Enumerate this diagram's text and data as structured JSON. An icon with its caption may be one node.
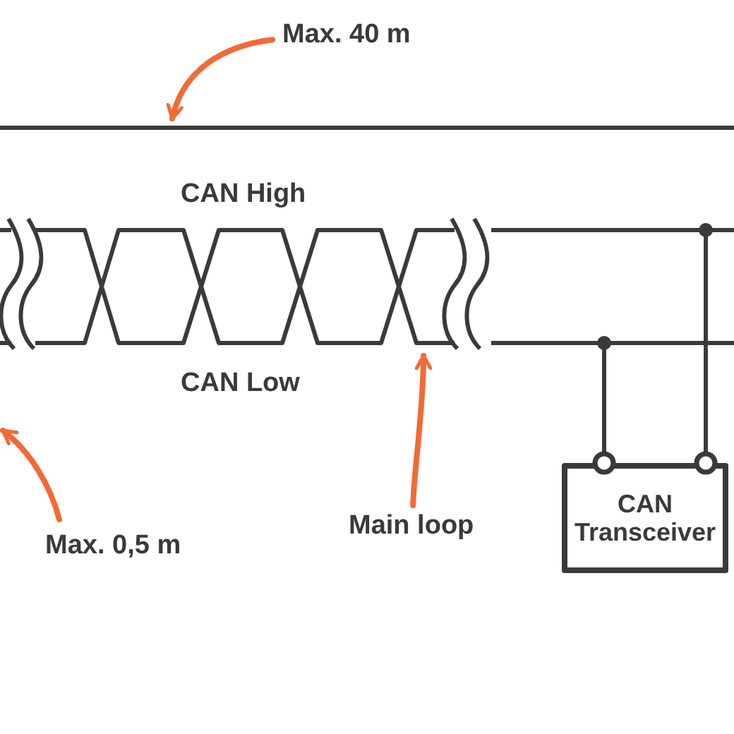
{
  "diagram": {
    "nodes": [
      {
        "text": [
          "Max. 40 m"
        ]
      },
      {
        "text": [],
        "shape": "line"
      },
      {
        "text": [],
        "shape": "cable"
      },
      {
        "text": [
          "Main loop"
        ]
      },
      {
        "text": [
          "Max. 0,5 m"
        ]
      },
      {
        "text": [
          "CAN Transceiver"
        ]
      }
    ],
    "edges": [
      {
        "from": 0,
        "to": 1,
        "arrow": "to"
      },
      {
        "from": 3,
        "to": 2,
        "arrow": "to"
      },
      {
        "from": 4,
        "to": null,
        "arrow": "to"
      },
      {
        "from": 5,
        "to": 2,
        "arrow": "other",
        "color": "#3a3a3a"
      },
      {
        "from": 5,
        "to": 2,
        "arrow": "other",
        "color": "#3a3a3a"
      }
    ],
    "labels": [
      "CAN High",
      "CAN Low"
    ]
  }
}
